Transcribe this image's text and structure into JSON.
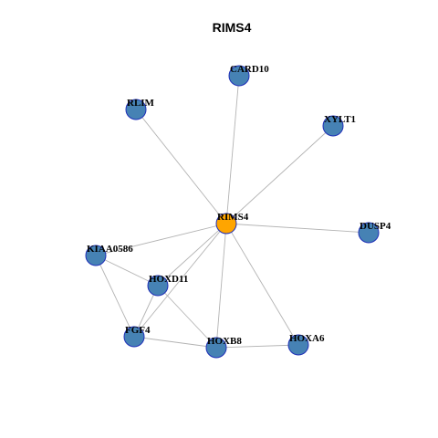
{
  "title": "RIMS4",
  "colors": {
    "node_default": "#4682b4",
    "node_center": "#ffa500",
    "node_border": "#1f2fb8",
    "edge": "#b3b3b3"
  },
  "nodes": [
    {
      "id": "RIMS4",
      "label": "RIMS4",
      "center": true
    },
    {
      "id": "CARD10",
      "label": "CARD10"
    },
    {
      "id": "RLIM",
      "label": "RLIM"
    },
    {
      "id": "XYLT1",
      "label": "XYLT1"
    },
    {
      "id": "DUSP4",
      "label": "DUSP4"
    },
    {
      "id": "KIAA0586",
      "label": "KIAA0586"
    },
    {
      "id": "HOXD11",
      "label": "HOXD11"
    },
    {
      "id": "FGF4",
      "label": "FGF4"
    },
    {
      "id": "HOXB8",
      "label": "HOXB8"
    },
    {
      "id": "HOXA6",
      "label": "HOXA6"
    }
  ],
  "edges": [
    [
      "RIMS4",
      "CARD10"
    ],
    [
      "RIMS4",
      "RLIM"
    ],
    [
      "RIMS4",
      "XYLT1"
    ],
    [
      "RIMS4",
      "DUSP4"
    ],
    [
      "RIMS4",
      "KIAA0586"
    ],
    [
      "RIMS4",
      "HOXD11"
    ],
    [
      "RIMS4",
      "FGF4"
    ],
    [
      "RIMS4",
      "HOXB8"
    ],
    [
      "RIMS4",
      "HOXA6"
    ],
    [
      "KIAA0586",
      "HOXD11"
    ],
    [
      "KIAA0586",
      "FGF4"
    ],
    [
      "HOXD11",
      "FGF4"
    ],
    [
      "HOXD11",
      "HOXB8"
    ],
    [
      "FGF4",
      "HOXB8"
    ],
    [
      "HOXB8",
      "HOXA6"
    ]
  ]
}
